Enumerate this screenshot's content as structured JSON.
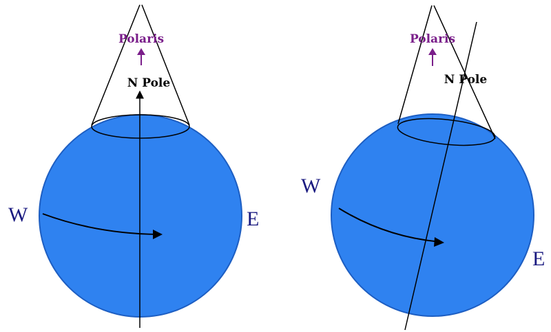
{
  "colors": {
    "earth": "#2f82f0",
    "earth_stroke": "#1d5ec2",
    "polaris": "#7a1e8a",
    "direction": "#1a1a80",
    "line": "#000000"
  },
  "left_diagram": {
    "polaris_label": "Polaris",
    "pole_label": "N Pole",
    "west_label": "W",
    "east_label": "E"
  },
  "right_diagram": {
    "polaris_label": "Polaris",
    "pole_label": "N Pole",
    "west_label": "W",
    "east_label": "E"
  }
}
